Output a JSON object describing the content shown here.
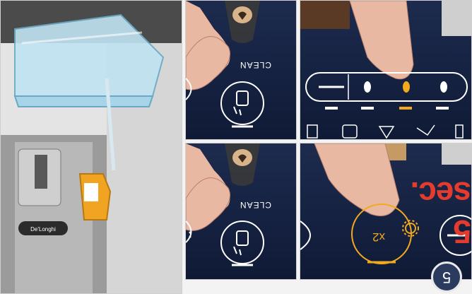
{
  "panels": {
    "top_middle": {
      "clean_label": "CLEAN"
    },
    "bottom_middle": {
      "clean_label": "CLEAN"
    },
    "bottom_right": {
      "timer_label": "5 sec.",
      "count_label": "x2"
    }
  },
  "step": {
    "number": "5"
  },
  "brand": {
    "logo_text": "De'Longhi"
  },
  "colors": {
    "panel_bg": "#15234a",
    "accent_orange": "#f2a91d",
    "warning_red": "#e33b2e",
    "hand_skin": "#e9b8a3",
    "water_tank": "#bfe3f1"
  },
  "icons": [
    "coffee-cup-icon",
    "cleaning-icon",
    "milk-icon",
    "coffee-bean-icon",
    "gear-icon",
    "descale-icon",
    "water-filter-icon",
    "warning-icon"
  ]
}
